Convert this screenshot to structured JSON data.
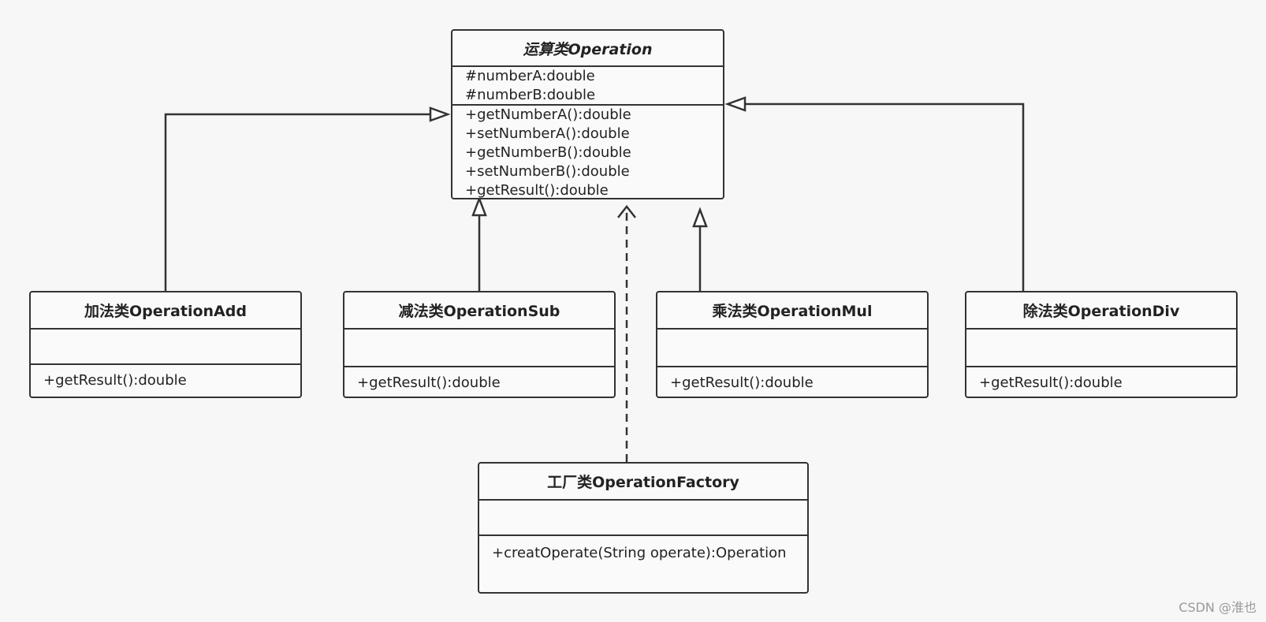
{
  "diagram": {
    "base_class": {
      "name": "运算类Operation",
      "abstract": true,
      "attributes": [
        "#numberA:double",
        "#numberB:double"
      ],
      "methods": [
        "+getNumberA():double",
        "+setNumberA():double",
        "+getNumberB():double",
        "+setNumberB():double",
        "+getResult():double"
      ]
    },
    "subclasses": [
      {
        "name": "加法类OperationAdd",
        "attributes": [],
        "methods": [
          "+getResult():double"
        ]
      },
      {
        "name": "减法类OperationSub",
        "attributes": [],
        "methods": [
          "+getResult():double"
        ]
      },
      {
        "name": "乘法类OperationMul",
        "attributes": [],
        "methods": [
          "+getResult():double"
        ]
      },
      {
        "name": "除法类OperationDiv",
        "attributes": [],
        "methods": [
          "+getResult():double"
        ]
      }
    ],
    "factory": {
      "name": "工厂类OperationFactory",
      "attributes": [],
      "methods": [
        "+creatOperate(String operate):Operation"
      ]
    },
    "relationships": [
      {
        "from": "加法类OperationAdd",
        "to": "运算类Operation",
        "type": "generalization"
      },
      {
        "from": "减法类OperationSub",
        "to": "运算类Operation",
        "type": "generalization"
      },
      {
        "from": "乘法类OperationMul",
        "to": "运算类Operation",
        "type": "generalization"
      },
      {
        "from": "除法类OperationDiv",
        "to": "运算类Operation",
        "type": "generalization"
      },
      {
        "from": "工厂类OperationFactory",
        "to": "运算类Operation",
        "type": "dependency"
      }
    ]
  },
  "watermark": "CSDN @淮也"
}
